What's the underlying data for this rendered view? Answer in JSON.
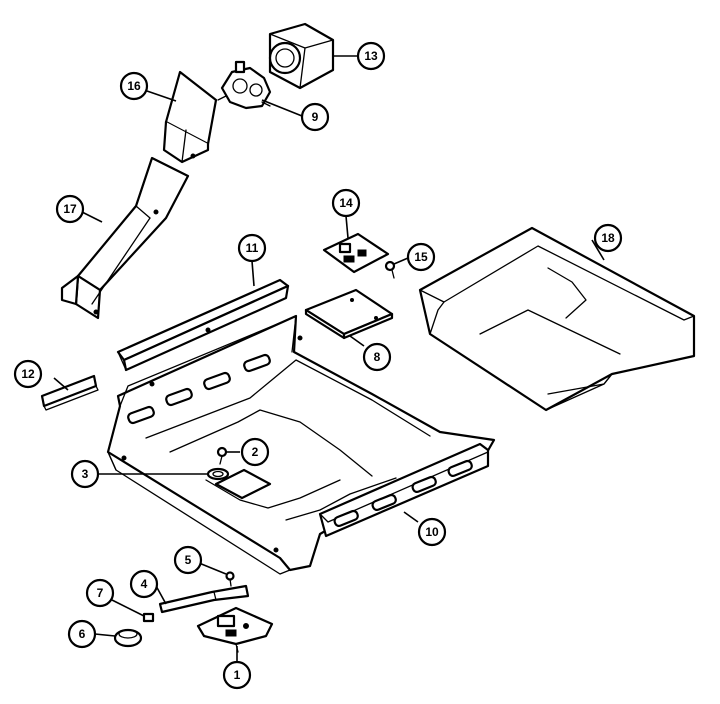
{
  "callouts": [
    {
      "id": "1",
      "label": "1"
    },
    {
      "id": "2",
      "label": "2"
    },
    {
      "id": "3",
      "label": "3"
    },
    {
      "id": "4",
      "label": "4"
    },
    {
      "id": "5",
      "label": "5"
    },
    {
      "id": "6",
      "label": "6"
    },
    {
      "id": "7",
      "label": "7"
    },
    {
      "id": "8",
      "label": "8"
    },
    {
      "id": "9",
      "label": "9"
    },
    {
      "id": "10",
      "label": "10"
    },
    {
      "id": "11",
      "label": "11"
    },
    {
      "id": "12",
      "label": "12"
    },
    {
      "id": "13",
      "label": "13"
    },
    {
      "id": "14",
      "label": "14"
    },
    {
      "id": "15",
      "label": "15"
    },
    {
      "id": "16",
      "label": "16"
    },
    {
      "id": "17",
      "label": "17"
    },
    {
      "id": "18",
      "label": "18"
    }
  ],
  "line_color": "#000000",
  "background_color": "#ffffff"
}
